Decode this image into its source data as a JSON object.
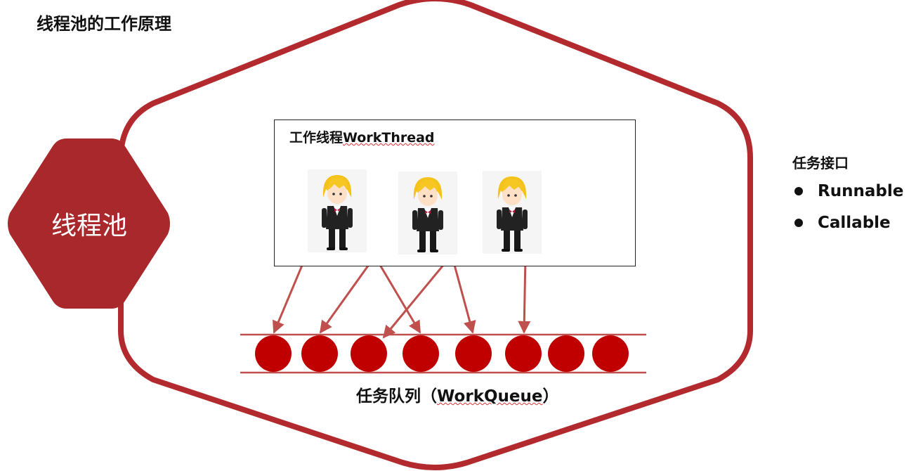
{
  "title": "线程池的工作原理",
  "pool": {
    "label": "线程池"
  },
  "workers": {
    "title_cn": "工作线程",
    "title_en": "WorkThread",
    "count": 3
  },
  "queue": {
    "label_cn": "任务队列（",
    "label_en": "WorkQueue",
    "label_close": "）",
    "task_count": 8
  },
  "interfaces": {
    "title": "任务接口",
    "items": [
      "Runnable",
      "Callable"
    ]
  },
  "colors": {
    "outline": "#b2292e",
    "hexagon": "#a8282b",
    "task": "#c00000",
    "arrow": "#c0504d",
    "rail": "#c0504d"
  }
}
